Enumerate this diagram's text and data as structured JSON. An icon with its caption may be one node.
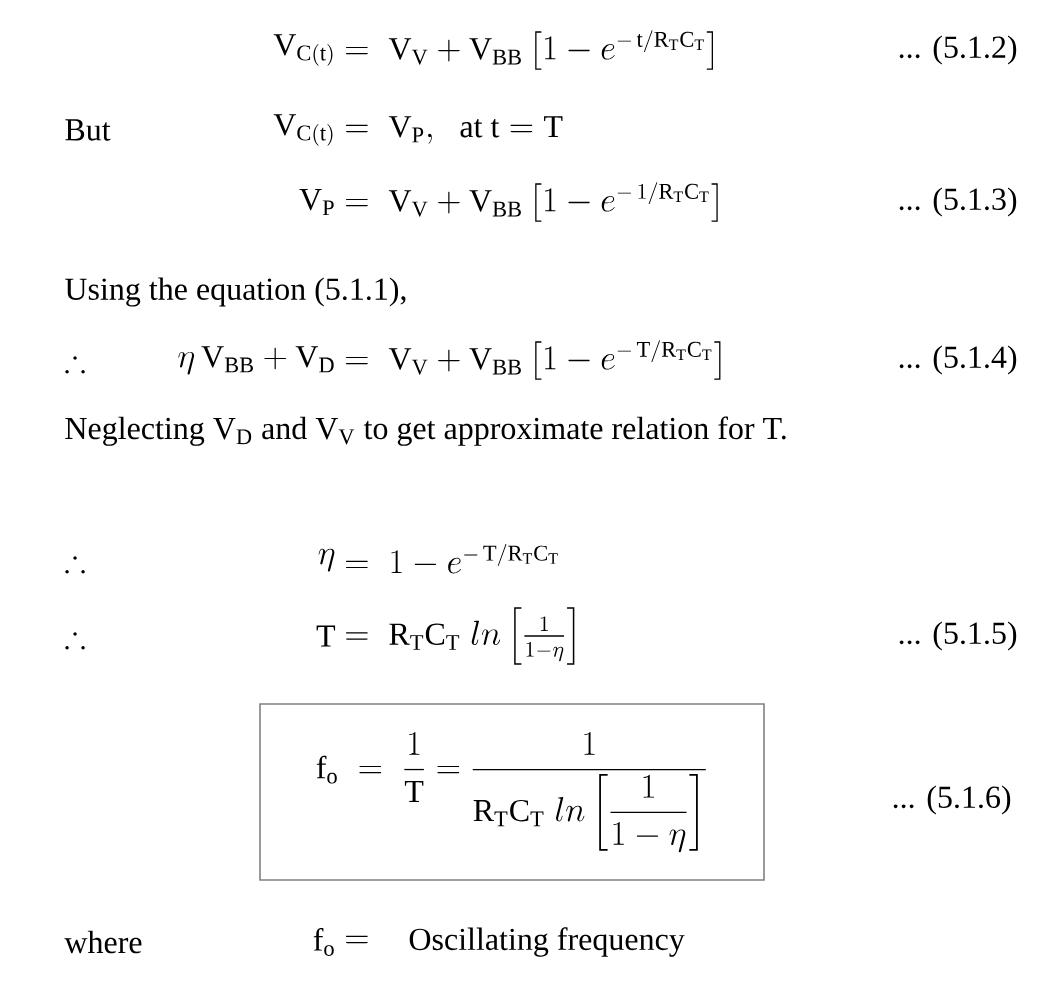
{
  "diagram": {
    "nodes": [
      {
        "text": [
          "\\mathrm{f_o} \\;=\\; \\frac{1}{\\mathrm{T}} = \\frac{1}{\\mathrm{R_T C_T}\\; ln\\left[\\dfrac{1}{1-\\eta}\\right]}"
        ]
      }
    ],
    "labels": [
      "\\mathrm{V_{C(t)}}",
      "=\\; \\mathrm{V_V + V_{BB}}\\left[1-e^{-\\,\\mathrm{t}/\\mathrm{R_T C_T}}\\right]",
      "... (5.1.2)",
      "But",
      "\\mathrm{V_{C(t)}}",
      "=\\; \\mathrm{V_P},\\;\\; \\mathrm{at\\ t = T}",
      "\\mathrm{V_P}",
      "=\\; \\mathrm{V_V + V_{BB}}\\left[1-e^{-\\,1/\\mathrm{R_T C_T}}\\right]",
      "... (5.1.3)",
      "Using the equation (5.1.1),",
      "\\therefore",
      "\\eta\\, \\mathrm{V_{BB} + V_D}",
      "=\\; \\mathrm{V_V + V_{BB}}\\left[1-e^{-\\,\\mathrm{T}/\\mathrm{R_T C_T}}\\right]",
      "... (5.1.4)",
      "Neglecting V$_{D}$ and V$_{V}$ to get approximate relation for T.",
      "\\therefore",
      "\\eta",
      "=\\; 1-e^{-\\,\\mathrm{T}/\\mathrm{R_T C_T}}",
      "\\therefore",
      "\\mathrm{T}",
      "=\\; \\mathrm{R_T C_T}\\; ln\\left[\\frac{1}{1-\\eta}\\right]",
      "... (5.1.5)",
      "... (5.1.6)",
      "where",
      "\\mathrm{f_o}",
      "=",
      "Oscillating frequency"
    ]
  }
}
